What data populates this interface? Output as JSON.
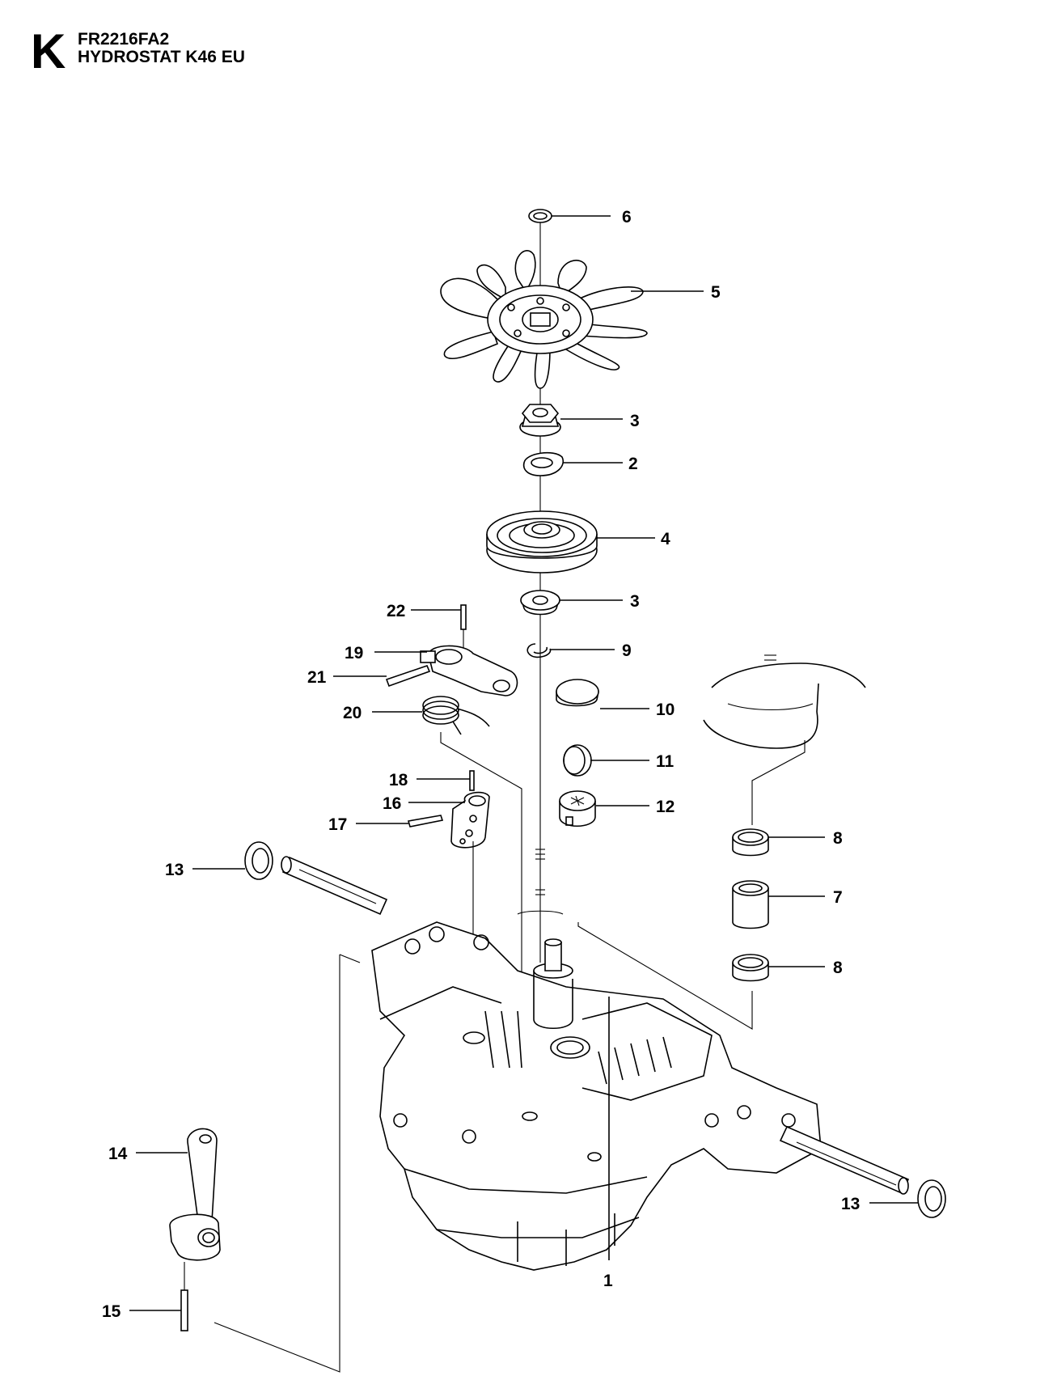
{
  "header": {
    "section_letter": "K",
    "model": "FR2216FA2",
    "title": "HYDROSTAT K46 EU"
  },
  "callouts": [
    {
      "id": "c6",
      "label": "6"
    },
    {
      "id": "c5",
      "label": "5"
    },
    {
      "id": "c3a",
      "label": "3"
    },
    {
      "id": "c2",
      "label": "2"
    },
    {
      "id": "c4",
      "label": "4"
    },
    {
      "id": "c3b",
      "label": "3"
    },
    {
      "id": "c22",
      "label": "22"
    },
    {
      "id": "c9",
      "label": "9"
    },
    {
      "id": "c19",
      "label": "19"
    },
    {
      "id": "c21",
      "label": "21"
    },
    {
      "id": "c10",
      "label": "10"
    },
    {
      "id": "c20",
      "label": "20"
    },
    {
      "id": "c11",
      "label": "11"
    },
    {
      "id": "c18",
      "label": "18"
    },
    {
      "id": "c16",
      "label": "16"
    },
    {
      "id": "c12",
      "label": "12"
    },
    {
      "id": "c17",
      "label": "17"
    },
    {
      "id": "c8a",
      "label": "8"
    },
    {
      "id": "c13a",
      "label": "13"
    },
    {
      "id": "c7",
      "label": "7"
    },
    {
      "id": "c8b",
      "label": "8"
    },
    {
      "id": "c14",
      "label": "14"
    },
    {
      "id": "c15",
      "label": "15"
    },
    {
      "id": "c13b",
      "label": "13"
    },
    {
      "id": "c1",
      "label": "1"
    }
  ]
}
